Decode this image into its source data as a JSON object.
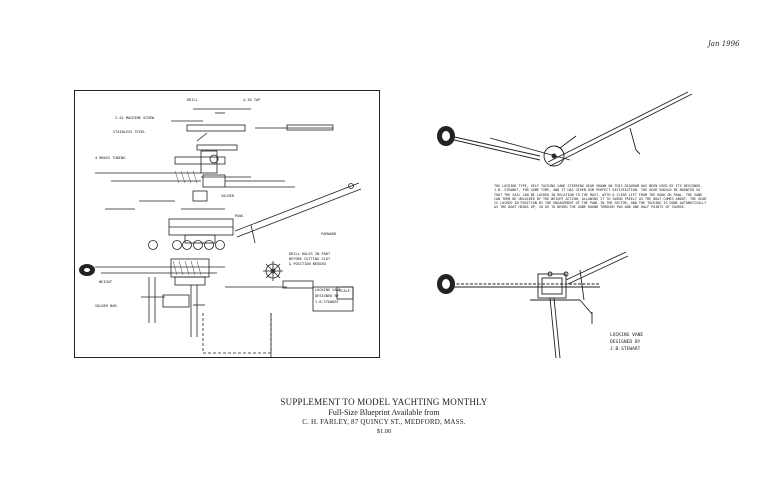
{
  "date_note": "Jan 1996",
  "left_sheet": {
    "labels": {
      "drill": "DRILL",
      "tap": "4-36 TAP",
      "machine_screw": "2-52 MACHINE SCREW",
      "stainless_steel": "STAINLESS STEEL",
      "brass_tubing": "4 BRASS TUBING",
      "solder": "SOLDER",
      "pawl": "PAWL",
      "drill_holes": "DRILL HOLES IN PART",
      "before_cutting": "BEFORE CUTTING SLOT",
      "position_needed": "& POSITION NEEDED",
      "weight": "WEIGHT",
      "solder_bar": "SOLDER BAR",
      "locking_vane": "LOCKING VANE",
      "designer": "DESIGNED BY",
      "designer_name": "J.B.STEWART",
      "scale": "SCALE",
      "forward": "FORWARD"
    }
  },
  "description": "The locking type, self tacking vane steering gear shown on this diagram has been used by its designer, J.B. Stewart, for some time, and it has given him perfect satisfaction. The gear should be mounted so that the sail can be locked in relation to the mast, with a clear lift from the hook or pawl. The vane can then be unlocked by the weight action, allowing it to swing freely as the boat comes about. The gear is locked in position by the engagement of the pawl in the sector, and the tacking is done automatically as the boat heads up, so as to bring the vane round through two and one half points of course.",
  "right_caption": {
    "line1": "LOCKING VANE",
    "line2": "DESIGNED BY",
    "line3": "J.B.STEWART"
  },
  "footer": {
    "title": "SUPPLEMENT TO MODEL YACHTING MONTHLY",
    "subtitle": "Full-Size Blueprint Available from",
    "address": "C. H. FARLEY, 87 QUINCY ST., MEDFORD, MASS.",
    "price": "$1.00"
  }
}
